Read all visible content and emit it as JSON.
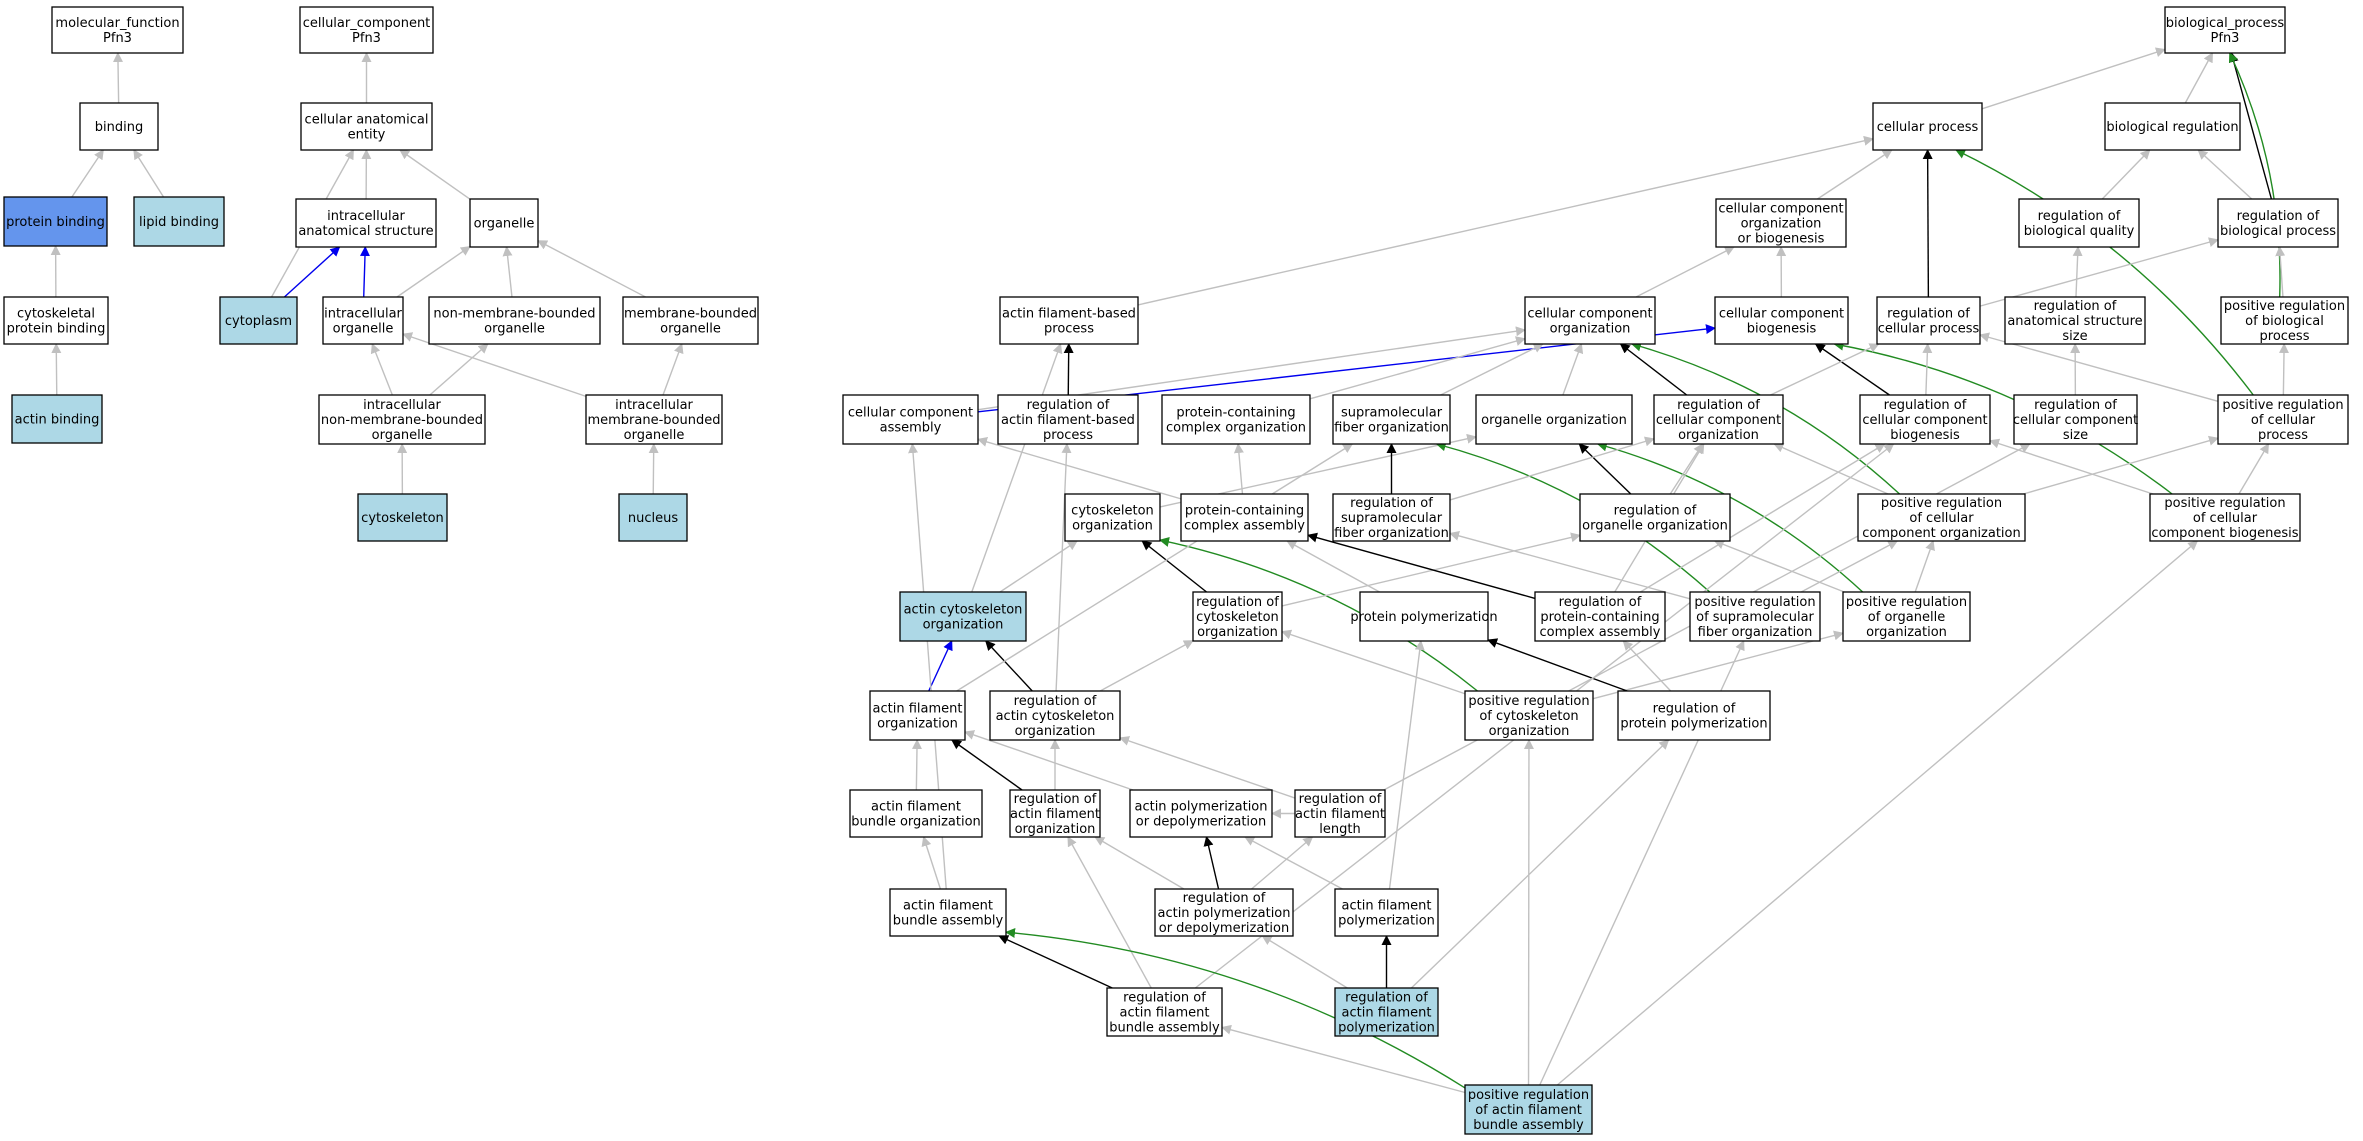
{
  "colors": {
    "default_fill": "#ffffff",
    "light_blue": "#add8e6",
    "cornflower_blue": "#6495ed",
    "gray_edge": "#c0c0c0",
    "black_edge": "#000000",
    "blue_edge": "#0000ee",
    "green_edge": "#228b22"
  },
  "nodes": [
    {
      "id": "mf",
      "lines": [
        "molecular_function",
        "Pfn3"
      ],
      "fill": "default_fill"
    },
    {
      "id": "binding",
      "lines": [
        "binding"
      ],
      "fill": "default_fill"
    },
    {
      "id": "protein_binding",
      "lines": [
        "protein binding"
      ],
      "fill": "cornflower_blue"
    },
    {
      "id": "lipid_binding",
      "lines": [
        "lipid binding"
      ],
      "fill": "light_blue"
    },
    {
      "id": "cyto_protein_binding",
      "lines": [
        "cytoskeletal",
        "protein binding"
      ],
      "fill": "default_fill"
    },
    {
      "id": "actin_binding",
      "lines": [
        "actin binding"
      ],
      "fill": "light_blue"
    },
    {
      "id": "cc",
      "lines": [
        "cellular_component",
        "Pfn3"
      ],
      "fill": "default_fill"
    },
    {
      "id": "cae",
      "lines": [
        "cellular anatomical",
        "entity"
      ],
      "fill": "default_fill"
    },
    {
      "id": "ias",
      "lines": [
        "intracellular",
        "anatomical structure"
      ],
      "fill": "default_fill"
    },
    {
      "id": "organelle",
      "lines": [
        "organelle"
      ],
      "fill": "default_fill"
    },
    {
      "id": "cytoplasm",
      "lines": [
        "cytoplasm"
      ],
      "fill": "light_blue"
    },
    {
      "id": "io",
      "lines": [
        "intracellular",
        "organelle"
      ],
      "fill": "default_fill"
    },
    {
      "id": "nmbo",
      "lines": [
        "non-membrane-bounded",
        "organelle"
      ],
      "fill": "default_fill"
    },
    {
      "id": "mbo",
      "lines": [
        "membrane-bounded",
        "organelle"
      ],
      "fill": "default_fill"
    },
    {
      "id": "inmbo",
      "lines": [
        "intracellular",
        "non-membrane-bounded",
        "organelle"
      ],
      "fill": "default_fill"
    },
    {
      "id": "imbo",
      "lines": [
        "intracellular",
        "membrane-bounded",
        "organelle"
      ],
      "fill": "default_fill"
    },
    {
      "id": "cytoskeleton",
      "lines": [
        "cytoskeleton"
      ],
      "fill": "light_blue"
    },
    {
      "id": "nucleus",
      "lines": [
        "nucleus"
      ],
      "fill": "light_blue"
    },
    {
      "id": "bp",
      "lines": [
        "biological_process",
        "Pfn3"
      ],
      "fill": "default_fill"
    },
    {
      "id": "cellular_process",
      "lines": [
        "cellular process"
      ],
      "fill": "default_fill"
    },
    {
      "id": "bio_reg",
      "lines": [
        "biological regulation"
      ],
      "fill": "default_fill"
    },
    {
      "id": "ccob",
      "lines": [
        "cellular component",
        "organization",
        "or biogenesis"
      ],
      "fill": "default_fill"
    },
    {
      "id": "reg_bq",
      "lines": [
        "regulation of",
        "biological quality"
      ],
      "fill": "default_fill"
    },
    {
      "id": "reg_bp",
      "lines": [
        "regulation of",
        "biological process"
      ],
      "fill": "default_fill"
    },
    {
      "id": "afbp",
      "lines": [
        "actin filament-based",
        "process"
      ],
      "fill": "default_fill"
    },
    {
      "id": "cco",
      "lines": [
        "cellular component",
        "organization"
      ],
      "fill": "default_fill"
    },
    {
      "id": "ccb",
      "lines": [
        "cellular component",
        "biogenesis"
      ],
      "fill": "default_fill"
    },
    {
      "id": "reg_cp",
      "lines": [
        "regulation of",
        "cellular process"
      ],
      "fill": "default_fill"
    },
    {
      "id": "reg_ass",
      "lines": [
        "regulation of",
        "anatomical structure",
        "size"
      ],
      "fill": "default_fill"
    },
    {
      "id": "pos_reg_bp",
      "lines": [
        "positive regulation",
        "of biological",
        "process"
      ],
      "fill": "default_fill"
    },
    {
      "id": "cca",
      "lines": [
        "cellular component",
        "assembly"
      ],
      "fill": "default_fill"
    },
    {
      "id": "reg_afbp",
      "lines": [
        "regulation of",
        "actin filament-based",
        "process"
      ],
      "fill": "default_fill"
    },
    {
      "id": "pcco",
      "lines": [
        "protein-containing",
        "complex organization"
      ],
      "fill": "default_fill"
    },
    {
      "id": "sfo",
      "lines": [
        "supramolecular",
        "fiber organization"
      ],
      "fill": "default_fill"
    },
    {
      "id": "org_org",
      "lines": [
        "organelle organization"
      ],
      "fill": "default_fill"
    },
    {
      "id": "reg_cco",
      "lines": [
        "regulation of",
        "cellular component",
        "organization"
      ],
      "fill": "default_fill"
    },
    {
      "id": "reg_ccb",
      "lines": [
        "regulation of",
        "cellular component",
        "biogenesis"
      ],
      "fill": "default_fill"
    },
    {
      "id": "reg_ccs",
      "lines": [
        "regulation of",
        "cellular component",
        "size"
      ],
      "fill": "default_fill"
    },
    {
      "id": "pos_reg_cp",
      "lines": [
        "positive regulation",
        "of cellular",
        "process"
      ],
      "fill": "default_fill"
    },
    {
      "id": "cyto_org",
      "lines": [
        "cytoskeleton",
        "organization"
      ],
      "fill": "default_fill"
    },
    {
      "id": "pcca",
      "lines": [
        "protein-containing",
        "complex assembly"
      ],
      "fill": "default_fill"
    },
    {
      "id": "reg_sfo",
      "lines": [
        "regulation of",
        "supramolecular",
        "fiber organization"
      ],
      "fill": "default_fill"
    },
    {
      "id": "reg_oo",
      "lines": [
        "regulation of",
        "organelle organization"
      ],
      "fill": "default_fill"
    },
    {
      "id": "pos_reg_cco",
      "lines": [
        "positive regulation",
        "of cellular",
        "component organization"
      ],
      "fill": "default_fill"
    },
    {
      "id": "pos_reg_ccb",
      "lines": [
        "positive regulation",
        "of cellular",
        "component biogenesis"
      ],
      "fill": "default_fill"
    },
    {
      "id": "aco",
      "lines": [
        "actin cytoskeleton",
        "organization"
      ],
      "fill": "light_blue"
    },
    {
      "id": "reg_co",
      "lines": [
        "regulation of",
        "cytoskeleton",
        "organization"
      ],
      "fill": "default_fill"
    },
    {
      "id": "pp",
      "lines": [
        "protein polymerization"
      ],
      "fill": "default_fill"
    },
    {
      "id": "reg_pcca",
      "lines": [
        "regulation of",
        "protein-containing",
        "complex assembly"
      ],
      "fill": "default_fill"
    },
    {
      "id": "pos_reg_sfo",
      "lines": [
        "positive regulation",
        "of supramolecular",
        "fiber organization"
      ],
      "fill": "default_fill"
    },
    {
      "id": "pos_reg_oo",
      "lines": [
        "positive regulation",
        "of organelle",
        "organization"
      ],
      "fill": "default_fill"
    },
    {
      "id": "afo",
      "lines": [
        "actin filament",
        "organization"
      ],
      "fill": "default_fill"
    },
    {
      "id": "reg_aco",
      "lines": [
        "regulation of",
        "actin cytoskeleton",
        "organization"
      ],
      "fill": "default_fill"
    },
    {
      "id": "pos_reg_co",
      "lines": [
        "positive regulation",
        "of cytoskeleton",
        "organization"
      ],
      "fill": "default_fill"
    },
    {
      "id": "reg_pp",
      "lines": [
        "regulation of",
        "protein polymerization"
      ],
      "fill": "default_fill"
    },
    {
      "id": "afbo",
      "lines": [
        "actin filament",
        "bundle organization"
      ],
      "fill": "default_fill"
    },
    {
      "id": "reg_afo",
      "lines": [
        "regulation of",
        "actin filament",
        "organization"
      ],
      "fill": "default_fill"
    },
    {
      "id": "apd",
      "lines": [
        "actin polymerization",
        "or depolymerization"
      ],
      "fill": "default_fill"
    },
    {
      "id": "reg_afl",
      "lines": [
        "regulation of",
        "actin filament",
        "length"
      ],
      "fill": "default_fill"
    },
    {
      "id": "afba",
      "lines": [
        "actin filament",
        "bundle assembly"
      ],
      "fill": "default_fill"
    },
    {
      "id": "reg_apd",
      "lines": [
        "regulation of",
        "actin polymerization",
        "or depolymerization"
      ],
      "fill": "default_fill"
    },
    {
      "id": "afp",
      "lines": [
        "actin filament",
        "polymerization"
      ],
      "fill": "default_fill"
    },
    {
      "id": "reg_afba",
      "lines": [
        "regulation of",
        "actin filament",
        "bundle assembly"
      ],
      "fill": "default_fill"
    },
    {
      "id": "reg_afp",
      "lines": [
        "regulation of",
        "actin filament",
        "polymerization"
      ],
      "fill": "light_blue"
    },
    {
      "id": "pos_reg_afba",
      "lines": [
        "positive regulation",
        "of actin filament",
        "bundle assembly"
      ],
      "fill": "light_blue"
    }
  ],
  "edges": [
    {
      "from": "binding",
      "to": "mf",
      "color": "gray_edge"
    },
    {
      "from": "protein_binding",
      "to": "binding",
      "color": "gray_edge"
    },
    {
      "from": "lipid_binding",
      "to": "binding",
      "color": "gray_edge"
    },
    {
      "from": "cyto_protein_binding",
      "to": "protein_binding",
      "color": "gray_edge"
    },
    {
      "from": "actin_binding",
      "to": "cyto_protein_binding",
      "color": "gray_edge"
    },
    {
      "from": "cae",
      "to": "cc",
      "color": "gray_edge"
    },
    {
      "from": "ias",
      "to": "cae",
      "color": "gray_edge"
    },
    {
      "from": "organelle",
      "to": "cae",
      "color": "gray_edge"
    },
    {
      "from": "cytoplasm",
      "to": "cae",
      "color": "gray_edge"
    },
    {
      "from": "cytoplasm",
      "to": "ias",
      "color": "blue_edge"
    },
    {
      "from": "io",
      "to": "ias",
      "color": "blue_edge"
    },
    {
      "from": "io",
      "to": "organelle",
      "color": "gray_edge"
    },
    {
      "from": "nmbo",
      "to": "organelle",
      "color": "gray_edge"
    },
    {
      "from": "mbo",
      "to": "organelle",
      "color": "gray_edge"
    },
    {
      "from": "inmbo",
      "to": "io",
      "color": "gray_edge"
    },
    {
      "from": "inmbo",
      "to": "nmbo",
      "color": "gray_edge"
    },
    {
      "from": "imbo",
      "to": "io",
      "color": "gray_edge"
    },
    {
      "from": "imbo",
      "to": "mbo",
      "color": "gray_edge"
    },
    {
      "from": "cytoskeleton",
      "to": "inmbo",
      "color": "gray_edge"
    },
    {
      "from": "nucleus",
      "to": "imbo",
      "color": "gray_edge"
    },
    {
      "from": "cellular_process",
      "to": "bp",
      "color": "gray_edge"
    },
    {
      "from": "bio_reg",
      "to": "bp",
      "color": "gray_edge"
    },
    {
      "from": "reg_bp",
      "to": "bp",
      "color": "black_edge"
    },
    {
      "from": "pos_reg_bp",
      "to": "bp",
      "color": "green_edge"
    },
    {
      "from": "ccob",
      "to": "cellular_process",
      "color": "gray_edge"
    },
    {
      "from": "reg_cp",
      "to": "cellular_process",
      "color": "black_edge"
    },
    {
      "from": "afbp",
      "to": "cellular_process",
      "color": "gray_edge"
    },
    {
      "from": "pos_reg_cp",
      "to": "cellular_process",
      "color": "green_edge"
    },
    {
      "from": "reg_bq",
      "to": "bio_reg",
      "color": "gray_edge"
    },
    {
      "from": "reg_bp",
      "to": "bio_reg",
      "color": "gray_edge"
    },
    {
      "from": "cco",
      "to": "ccob",
      "color": "gray_edge"
    },
    {
      "from": "ccb",
      "to": "ccob",
      "color": "gray_edge"
    },
    {
      "from": "reg_ass",
      "to": "reg_bq",
      "color": "gray_edge"
    },
    {
      "from": "reg_cp",
      "to": "reg_bp",
      "color": "gray_edge"
    },
    {
      "from": "pos_reg_bp",
      "to": "reg_bp",
      "color": "gray_edge"
    },
    {
      "from": "pos_reg_cp",
      "to": "pos_reg_bp",
      "color": "gray_edge"
    },
    {
      "from": "pos_reg_cp",
      "to": "reg_cp",
      "color": "gray_edge"
    },
    {
      "from": "reg_afbp",
      "to": "afbp",
      "color": "black_edge"
    },
    {
      "from": "aco",
      "to": "afbp",
      "color": "gray_edge"
    },
    {
      "from": "cca",
      "to": "cco",
      "color": "gray_edge"
    },
    {
      "from": "cca",
      "to": "ccb",
      "color": "blue_edge"
    },
    {
      "from": "reg_cco",
      "to": "cco",
      "color": "black_edge"
    },
    {
      "from": "reg_ccb",
      "to": "ccb",
      "color": "black_edge"
    },
    {
      "from": "pos_reg_cco",
      "to": "cco",
      "color": "green_edge"
    },
    {
      "from": "pos_reg_ccb",
      "to": "ccb",
      "color": "green_edge"
    },
    {
      "from": "reg_cco",
      "to": "reg_cp",
      "color": "gray_edge"
    },
    {
      "from": "reg_ccb",
      "to": "reg_cp",
      "color": "gray_edge"
    },
    {
      "from": "reg_ccs",
      "to": "reg_ass",
      "color": "gray_edge"
    },
    {
      "from": "pcco",
      "to": "cco",
      "color": "gray_edge"
    },
    {
      "from": "sfo",
      "to": "cco",
      "color": "gray_edge"
    },
    {
      "from": "org_org",
      "to": "cco",
      "color": "gray_edge"
    },
    {
      "from": "pcca",
      "to": "cca",
      "color": "gray_edge"
    },
    {
      "from": "pcca",
      "to": "pcco",
      "color": "gray_edge"
    },
    {
      "from": "cyto_org",
      "to": "org_org",
      "color": "gray_edge"
    },
    {
      "from": "reg_sfo",
      "to": "sfo",
      "color": "black_edge"
    },
    {
      "from": "reg_oo",
      "to": "org_org",
      "color": "black_edge"
    },
    {
      "from": "pos_reg_sfo",
      "to": "sfo",
      "color": "green_edge"
    },
    {
      "from": "pos_reg_oo",
      "to": "org_org",
      "color": "green_edge"
    },
    {
      "from": "reg_sfo",
      "to": "reg_cco",
      "color": "gray_edge"
    },
    {
      "from": "reg_oo",
      "to": "reg_cco",
      "color": "gray_edge"
    },
    {
      "from": "pos_reg_cco",
      "to": "reg_cco",
      "color": "gray_edge"
    },
    {
      "from": "pos_reg_cco",
      "to": "pos_reg_cp",
      "color": "gray_edge"
    },
    {
      "from": "pos_reg_ccb",
      "to": "reg_ccb",
      "color": "gray_edge"
    },
    {
      "from": "pos_reg_ccb",
      "to": "pos_reg_cp",
      "color": "gray_edge"
    },
    {
      "from": "aco",
      "to": "cyto_org",
      "color": "gray_edge"
    },
    {
      "from": "reg_co",
      "to": "cyto_org",
      "color": "black_edge"
    },
    {
      "from": "pos_reg_co",
      "to": "cyto_org",
      "color": "green_edge"
    },
    {
      "from": "reg_co",
      "to": "reg_oo",
      "color": "gray_edge"
    },
    {
      "from": "pp",
      "to": "pcca",
      "color": "gray_edge"
    },
    {
      "from": "reg_pcca",
      "to": "pcca",
      "color": "black_edge"
    },
    {
      "from": "reg_pcca",
      "to": "reg_cco",
      "color": "gray_edge"
    },
    {
      "from": "reg_pcca",
      "to": "reg_ccb",
      "color": "gray_edge"
    },
    {
      "from": "pos_reg_sfo",
      "to": "reg_sfo",
      "color": "gray_edge"
    },
    {
      "from": "pos_reg_sfo",
      "to": "pos_reg_cco",
      "color": "gray_edge"
    },
    {
      "from": "pos_reg_oo",
      "to": "reg_oo",
      "color": "gray_edge"
    },
    {
      "from": "pos_reg_oo",
      "to": "pos_reg_cco",
      "color": "gray_edge"
    },
    {
      "from": "afo",
      "to": "aco",
      "color": "blue_edge"
    },
    {
      "from": "reg_aco",
      "to": "aco",
      "color": "black_edge"
    },
    {
      "from": "afo",
      "to": "sfo",
      "color": "gray_edge"
    },
    {
      "from": "reg_aco",
      "to": "reg_co",
      "color": "gray_edge"
    },
    {
      "from": "reg_aco",
      "to": "reg_afbp",
      "color": "gray_edge"
    },
    {
      "from": "pos_reg_co",
      "to": "reg_co",
      "color": "gray_edge"
    },
    {
      "from": "pos_reg_co",
      "to": "pos_reg_oo",
      "color": "gray_edge"
    },
    {
      "from": "reg_pp",
      "to": "pp",
      "color": "black_edge"
    },
    {
      "from": "reg_pp",
      "to": "reg_pcca",
      "color": "gray_edge"
    },
    {
      "from": "afbo",
      "to": "afo",
      "color": "gray_edge"
    },
    {
      "from": "reg_afo",
      "to": "afo",
      "color": "black_edge"
    },
    {
      "from": "reg_afo",
      "to": "reg_aco",
      "color": "gray_edge"
    },
    {
      "from": "apd",
      "to": "afo",
      "color": "gray_edge"
    },
    {
      "from": "reg_afl",
      "to": "reg_ccs",
      "color": "gray_edge"
    },
    {
      "from": "reg_afl",
      "to": "apd",
      "color": "gray_edge"
    },
    {
      "from": "reg_afl",
      "to": "reg_aco",
      "color": "gray_edge"
    },
    {
      "from": "afba",
      "to": "afbo",
      "color": "gray_edge"
    },
    {
      "from": "afba",
      "to": "cca",
      "color": "gray_edge"
    },
    {
      "from": "reg_apd",
      "to": "apd",
      "color": "black_edge"
    },
    {
      "from": "reg_apd",
      "to": "reg_afo",
      "color": "gray_edge"
    },
    {
      "from": "reg_apd",
      "to": "reg_afl",
      "color": "gray_edge"
    },
    {
      "from": "afp",
      "to": "apd",
      "color": "gray_edge"
    },
    {
      "from": "afp",
      "to": "pp",
      "color": "gray_edge"
    },
    {
      "from": "reg_afba",
      "to": "afba",
      "color": "black_edge"
    },
    {
      "from": "reg_afba",
      "to": "reg_afo",
      "color": "gray_edge"
    },
    {
      "from": "reg_afba",
      "to": "reg_ccb",
      "color": "gray_edge"
    },
    {
      "from": "reg_afp",
      "to": "afp",
      "color": "black_edge"
    },
    {
      "from": "reg_afp",
      "to": "reg_apd",
      "color": "gray_edge"
    },
    {
      "from": "reg_afp",
      "to": "reg_pp",
      "color": "gray_edge"
    },
    {
      "from": "pos_reg_afba",
      "to": "afba",
      "color": "green_edge"
    },
    {
      "from": "pos_reg_afba",
      "to": "reg_afba",
      "color": "gray_edge"
    },
    {
      "from": "pos_reg_afba",
      "to": "pos_reg_co",
      "color": "gray_edge"
    },
    {
      "from": "pos_reg_afba",
      "to": "pos_reg_ccb",
      "color": "gray_edge"
    },
    {
      "from": "pos_reg_afba",
      "to": "pos_reg_sfo",
      "color": "gray_edge"
    }
  ]
}
